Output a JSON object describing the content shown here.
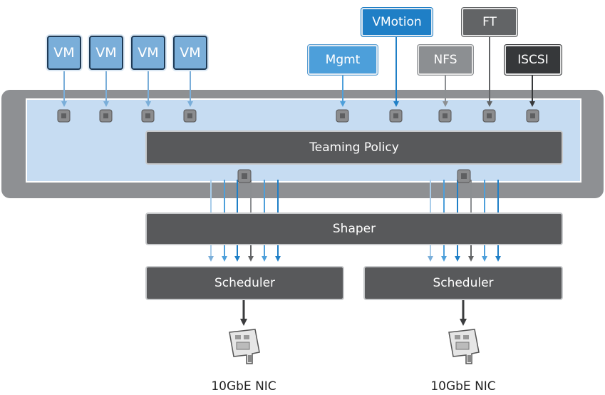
{
  "vms": [
    "VM",
    "VM",
    "VM",
    "VM"
  ],
  "services": {
    "mgmt": "Mgmt",
    "vmotion": "VMotion",
    "nfs": "NFS",
    "ft": "FT",
    "iscsi": "ISCSI"
  },
  "teaming_policy": "Teaming Policy",
  "shaper": "Shaper",
  "schedulers": [
    "Scheduler",
    "Scheduler"
  ],
  "nics": [
    "10GbE NIC",
    "10GbE NIC"
  ],
  "colors": {
    "vm": "#7aaed9",
    "mgmt": "#4d9fda",
    "vmotion": "#1f7fc6",
    "nfs": "#8c8f92",
    "ft": "#626466",
    "iscsi": "#36383a",
    "switch_bg": "#c6dcf2",
    "frame": "#8e9093",
    "block": "#58595b"
  }
}
